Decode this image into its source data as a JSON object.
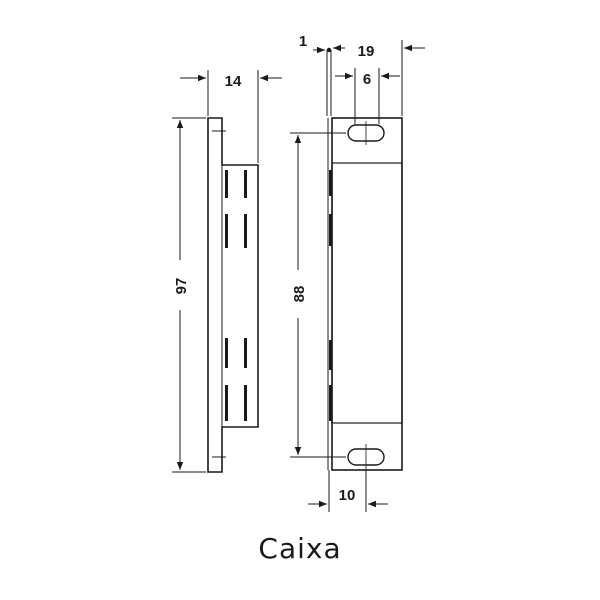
{
  "dimensions": {
    "side_width": "14",
    "side_height": "97",
    "front_height": "88",
    "gap": "1",
    "total_depth": "19",
    "slot_width": "6",
    "hole_offset": "10"
  },
  "caption": "Caixa",
  "colors": {
    "line": "#1a1a1a",
    "background": "#ffffff"
  }
}
